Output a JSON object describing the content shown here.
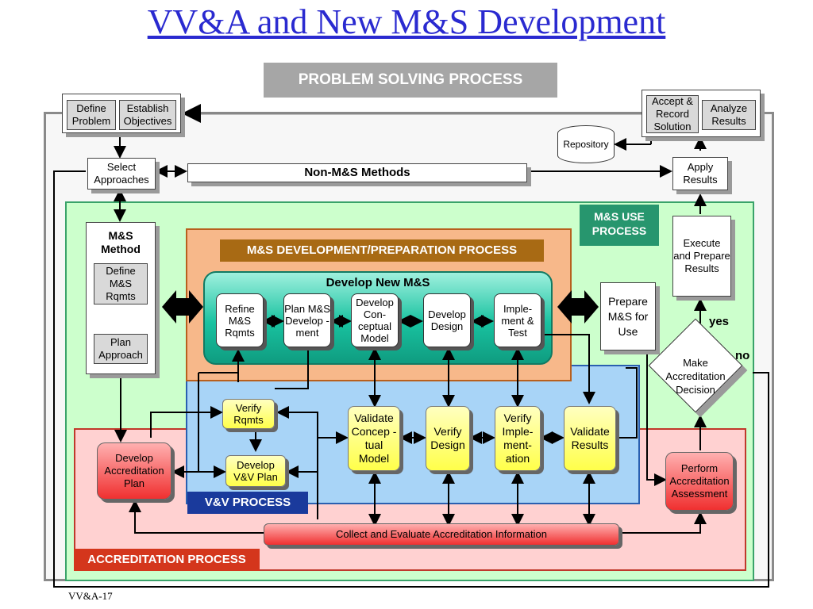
{
  "title": "VV&A and New M&S Development",
  "banner": "PROBLEM SOLVING PROCESS",
  "top_left": {
    "define_problem": "Define Problem",
    "establish_objectives": "Establish Objectives"
  },
  "top_right": {
    "accept_record": "Accept & Record Solution",
    "analyze_results": "Analyze Results"
  },
  "repository": "Repository",
  "select_approaches": "Select Approaches",
  "non_ms_methods": "Non-M&S Methods",
  "apply_results": "Apply Results",
  "ms_use_process": "M&S USE PROCESS",
  "ms_method": {
    "title": "M&S Method",
    "define_rqmts": "Define M&S Rqmts",
    "plan_approach": "Plan Approach"
  },
  "execute_prepare": "Execute and Prepare Results",
  "ms_dev_process": "M&S DEVELOPMENT/PREPARATION PROCESS",
  "develop_new_ms": "Develop New M&S",
  "dev_steps": [
    "Refine M&S Rqmts",
    "Plan M&S Develop -ment",
    "Develop Con- ceptual Model",
    "Develop Design",
    "Imple- ment & Test"
  ],
  "prepare_ms": "Prepare M&S for Use",
  "yes": "yes",
  "no": "no",
  "make_decision": "Make Accreditation Decision",
  "verify_rqmts": "Verify Rqmts",
  "develop_vv_plan": "Develop V&V Plan",
  "vv_steps": [
    "Validate Concep -tual Model",
    "Verify Design",
    "Verify Imple- ment- ation",
    "Validate Results"
  ],
  "vv_process": "V&V PROCESS",
  "develop_accr_plan": "Develop Accreditation Plan",
  "perform_accr": "Perform Accreditation Assessment",
  "collect_eval": "Collect and Evaluate Accreditation Information",
  "accreditation_process": "ACCREDITATION PROCESS",
  "footer": "VV&A-17",
  "colors": {
    "title": "#2a2ad0",
    "ms_use": "#27966e",
    "ms_dev": "#a86a14",
    "vv": "#1a3a9c",
    "accreditation": "#d4361c"
  }
}
